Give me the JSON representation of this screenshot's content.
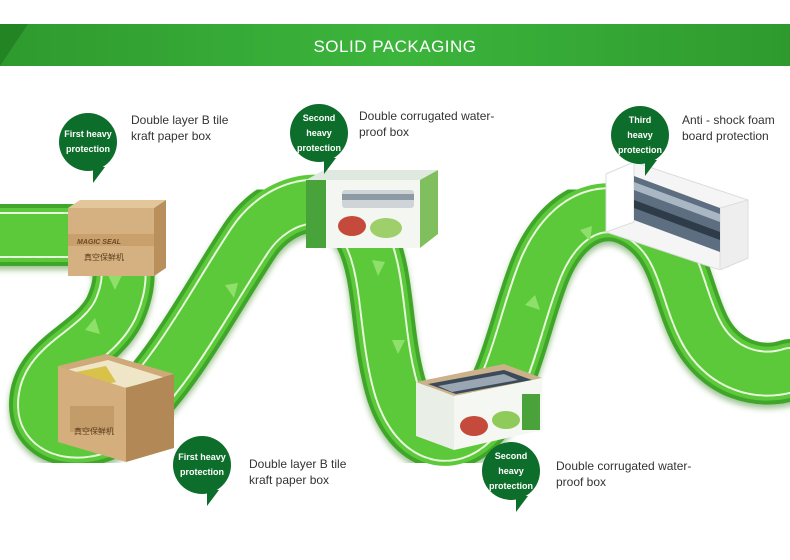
{
  "banner": {
    "title": "SOLID PACKAGING"
  },
  "steps": [
    {
      "badge": "First heavy protection",
      "caption_line1": "Double layer B tile",
      "caption_line2": "kraft paper box"
    },
    {
      "badge": "Second heavy protection",
      "caption_line1": "Double corrugated water-",
      "caption_line2": "proof box"
    },
    {
      "badge": "Third heavy protection",
      "caption_line1": "Anti - shock foam",
      "caption_line2": "board protection"
    },
    {
      "badge": "First heavy protection",
      "caption_line1": "Double layer B tile",
      "caption_line2": "kraft paper box"
    },
    {
      "badge": "Second heavy protection",
      "caption_line1": "Double corrugated water-",
      "caption_line2": "proof box"
    }
  ],
  "box_label": "MAGIC SEAL",
  "colors": {
    "banner": "#31a531",
    "road": "#52c234",
    "badge": "#0d6e2b"
  }
}
